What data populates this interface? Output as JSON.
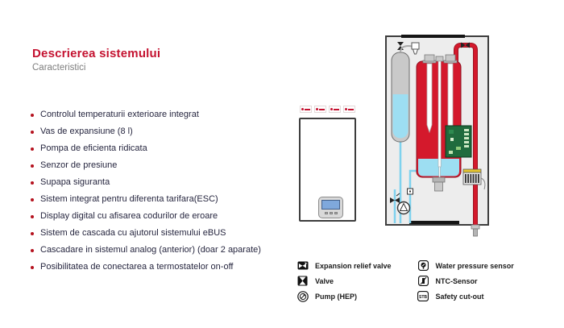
{
  "header": {
    "title": "Descrierea sistemului",
    "subtitle": "Caracteristici"
  },
  "features": [
    "Controlul temperaturii exterioare integrat",
    "Vas de expansiune (8 l)",
    "Pompa de eficienta ridicata",
    "Senzor de presiune",
    "Supapa siguranta",
    "Sistem integrat pentru diferenta tarifara(ESC)",
    "Display digital cu afisarea codurilor de eroare",
    "Sistem de cascada cu ajutorul sistemului eBUS",
    "Cascadare in sistemul analog (anterior) (doar 2 aparate)",
    "Posibilitatea de conectarea a termostatelor on-off"
  ],
  "legend": {
    "left": [
      {
        "icon": "expansion-relief-valve-icon",
        "label": "Expansion relief valve"
      },
      {
        "icon": "valve-icon",
        "label": "Valve"
      },
      {
        "icon": "pump-icon",
        "label": "Pump (HEP)"
      }
    ],
    "right": [
      {
        "icon": "water-pressure-sensor-icon",
        "label": "Water pressure sensor"
      },
      {
        "icon": "ntc-sensor-icon",
        "label": "NTC-Sensor"
      },
      {
        "icon": "safety-cutout-icon",
        "label": "Safety cut-out",
        "icon_text": "STB"
      }
    ]
  },
  "colors": {
    "accent_red": "#c41230",
    "text_dark": "#26263f",
    "subtitle_gray": "#7e7e7e",
    "diagram_red": "#d4192c",
    "diagram_cyan": "#9ddef2",
    "pcb_green": "#206b3d"
  }
}
